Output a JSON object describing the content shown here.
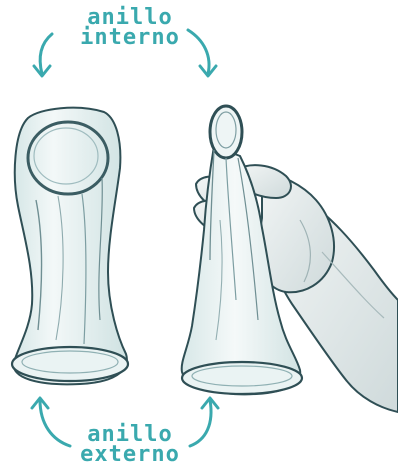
{
  "diagram": {
    "labels": {
      "inner_ring": {
        "line1": "anillo",
        "line2": "interno"
      },
      "outer_ring": {
        "line1": "anillo",
        "line2": "externo"
      }
    },
    "colors": {
      "label_text": "#3aa9ae",
      "arrow": "#3aa9ae",
      "condom_fill": "#eaf3f3",
      "condom_shadow": "#c7dcdc",
      "outline": "#2f4f55",
      "hand_fill": "#e8eded",
      "hand_shadow": "#c9d4d5"
    },
    "icons": {
      "top_left_arrow": "curved-arrow-down-icon",
      "top_right_arrow": "curved-arrow-down-icon",
      "bottom_left_arrow": "curved-arrow-up-icon",
      "bottom_right_arrow": "curved-arrow-up-icon"
    }
  }
}
